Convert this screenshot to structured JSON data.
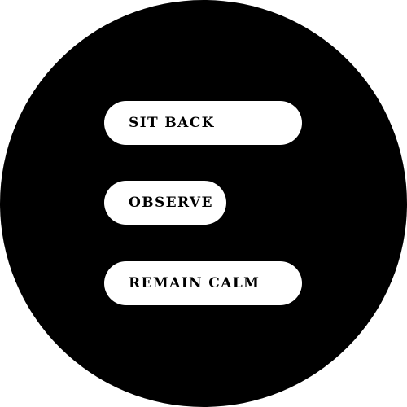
{
  "colors": {
    "background": "#ffffff",
    "disc": "#000000",
    "pill": "#ffffff",
    "text": "#000000"
  },
  "menu": {
    "items": [
      {
        "label": "SIT BACK"
      },
      {
        "label": "OBSERVE"
      },
      {
        "label": "REMAIN CALM"
      }
    ]
  }
}
